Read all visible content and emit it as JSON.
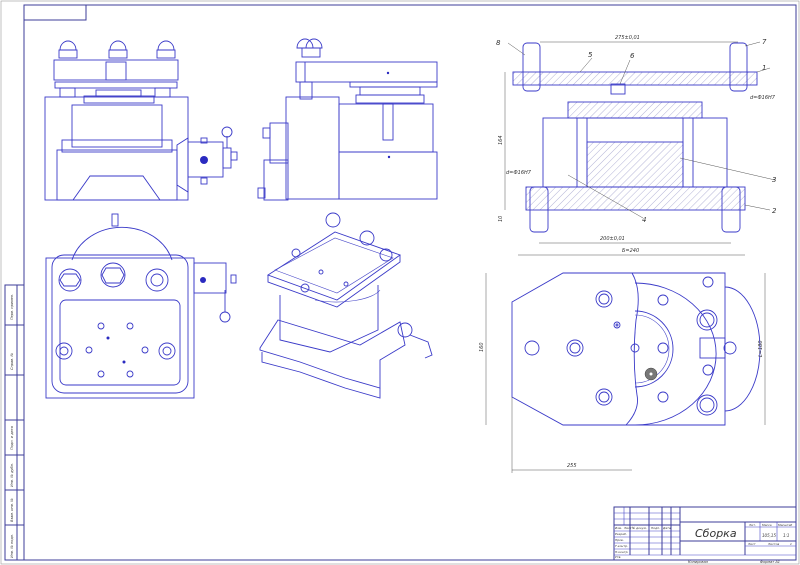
{
  "drawing": {
    "title": "Сборка",
    "dimensions": {
      "top_span": "275±0,01",
      "hole_fit_top": "d=Ф16H7",
      "hole_fit_bottom": "d=Ф16H7",
      "height": "164",
      "base_offset": "10",
      "bottom_span": "200±0,01",
      "width_b": "Б=240",
      "plan_height": "160",
      "length_l": "L=180",
      "offset_255": "255"
    },
    "callouts": [
      "1",
      "2",
      "3",
      "4",
      "5",
      "6",
      "7",
      "8"
    ]
  },
  "title_block": {
    "name": "Сборка",
    "lit_label": "Лит.",
    "mass_label": "Масса",
    "scale_label": "Масштаб",
    "mass": "105,15",
    "scale": "1:1",
    "sheet_label": "Лист",
    "sheets_label": "Листов",
    "sheets": "1",
    "headers": [
      "Изм.",
      "Лист",
      "№ докум.",
      "Подп.",
      "Дата"
    ],
    "roles": [
      "Разраб.",
      "Пров.",
      "Т.контр.",
      "Н.контр.",
      "Утв."
    ],
    "copied": "Копировал",
    "format": "Формат  A1"
  },
  "side_strip": [
    "Перв. примен.",
    "Справ. №",
    "Подп. и дата",
    "Инв. № дубл.",
    "Взам. инв. №",
    "Подп. и дата",
    "Инв. № подл."
  ]
}
